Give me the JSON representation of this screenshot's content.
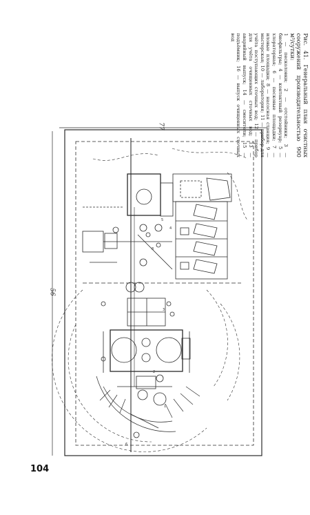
{
  "caption": {
    "title": "Рис. 41. Генеральный план очистных сооружений производительностью 900 м³/сутки:",
    "legend": "1 — песколовки; 2 — отстойники; 3 — биофильтры; 4 — контактный резервуар; 5 — хлораторная; 6 — песковые площадки; 7 — иловые площадки; 8 — насосная станция; 9 — мастерская; 10 — лаборатория; 11 — прибор для учёта поступающих сточных вод; 12 — прибор для учёта очищенных сточных вод; 13 — аварийный выпуск; 14 — смесители; 15 — подъёмник; 16 — выпуск очищенных сточных вод"
  },
  "dimensions": {
    "horizontal": "77",
    "vertical": "56"
  },
  "page_number": "104"
}
